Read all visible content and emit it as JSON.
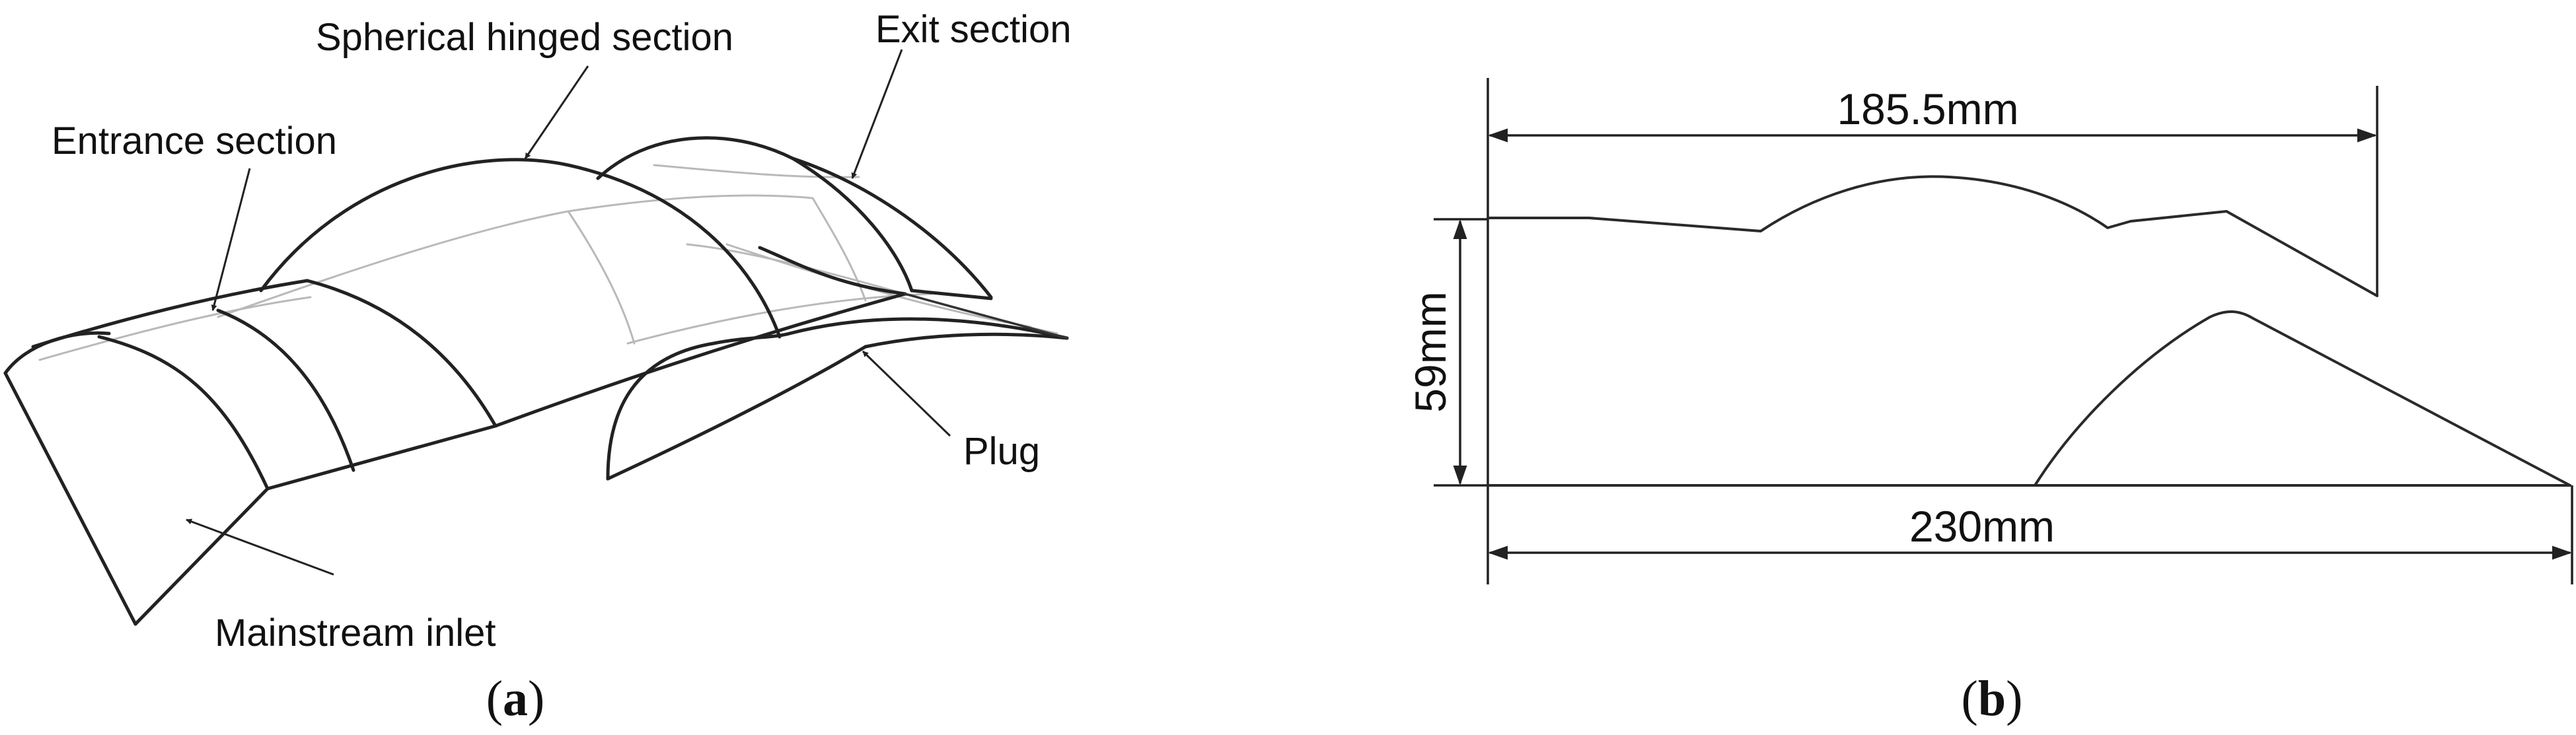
{
  "panel_a": {
    "letter": "a",
    "labels": {
      "spherical_hinged_section": "Spherical hinged section",
      "exit_section": "Exit section",
      "entrance_section": "Entrance section",
      "plug": "Plug",
      "mainstream_inlet": "Mainstream inlet"
    }
  },
  "panel_b": {
    "letter": "b",
    "dimensions": {
      "top_length": "185.5mm",
      "height": "59mm",
      "total_length": "230mm"
    }
  },
  "colors": {
    "line": "#222222",
    "hidden_line": "#b9b9b9",
    "background": "#ffffff"
  }
}
